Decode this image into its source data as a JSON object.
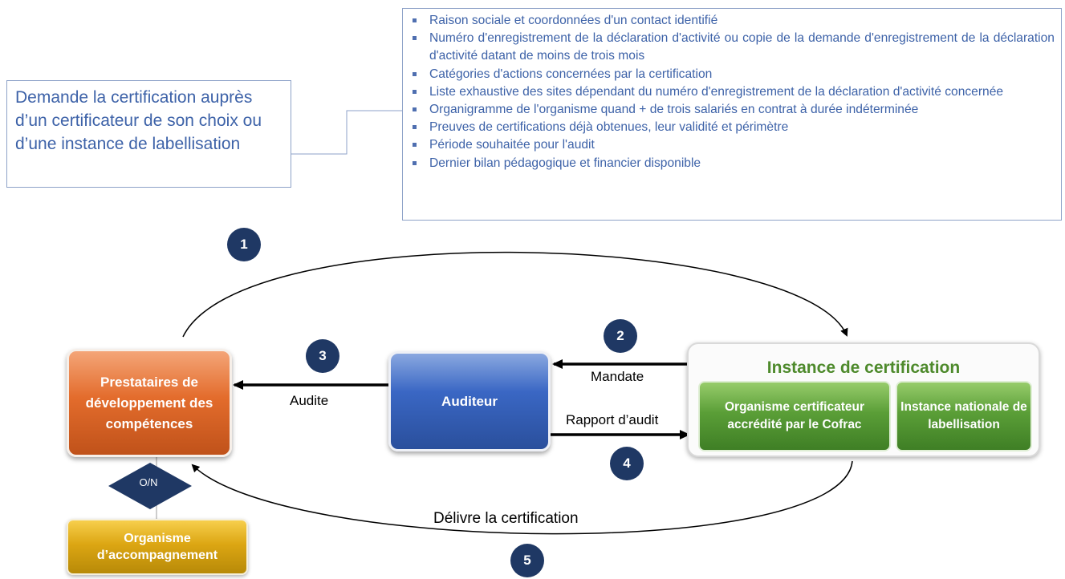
{
  "left_note": {
    "text": "Demande la certification auprès d’un certificateur de son choix ou d’une instance de labellisation"
  },
  "requirements": [
    "Raison sociale et coordonnées d'un contact identifié",
    "Numéro d'enregistrement de la déclaration d'activité ou copie de la demande d'enregistrement de la déclaration d'activité datant de moins de trois mois",
    "Catégories d'actions concernées par la certification",
    "Liste exhaustive des sites dépendant du numéro d'enregistrement de la déclaration d'activité concernée",
    "Organigramme de l'organisme quand + de trois salariés en contrat à durée indéterminée",
    "Preuves de certifications déjà obtenues, leur validité et périmètre",
    "Période souhaitée pour l'audit",
    "Dernier bilan pédagogique et financier disponible"
  ],
  "nodes": {
    "prestataires": "Prestataires de développement des compétences",
    "auditeur": "Auditeur",
    "instance_title": "Instance de certification",
    "organisme_certificateur": "Organisme certificateur accrédité par le Cofrac",
    "instance_nationale": "Instance nationale de labellisation",
    "accompagnement": "Organisme d’accompagnement"
  },
  "edges": {
    "mandate": "Mandate",
    "audite": "Audite",
    "rapport": "Rapport d’audit",
    "delivre": "Délivre la certification",
    "on": "O/N"
  },
  "steps": [
    "1",
    "2",
    "3",
    "4",
    "5"
  ],
  "colors": {
    "text_blue": "#3d62a8",
    "step_circle": "#1f3864",
    "prestataires": "#e36c2c",
    "auditeur": "#3a67c4",
    "certification_green": "#5a9e37",
    "accompagnement": "#dca613"
  }
}
